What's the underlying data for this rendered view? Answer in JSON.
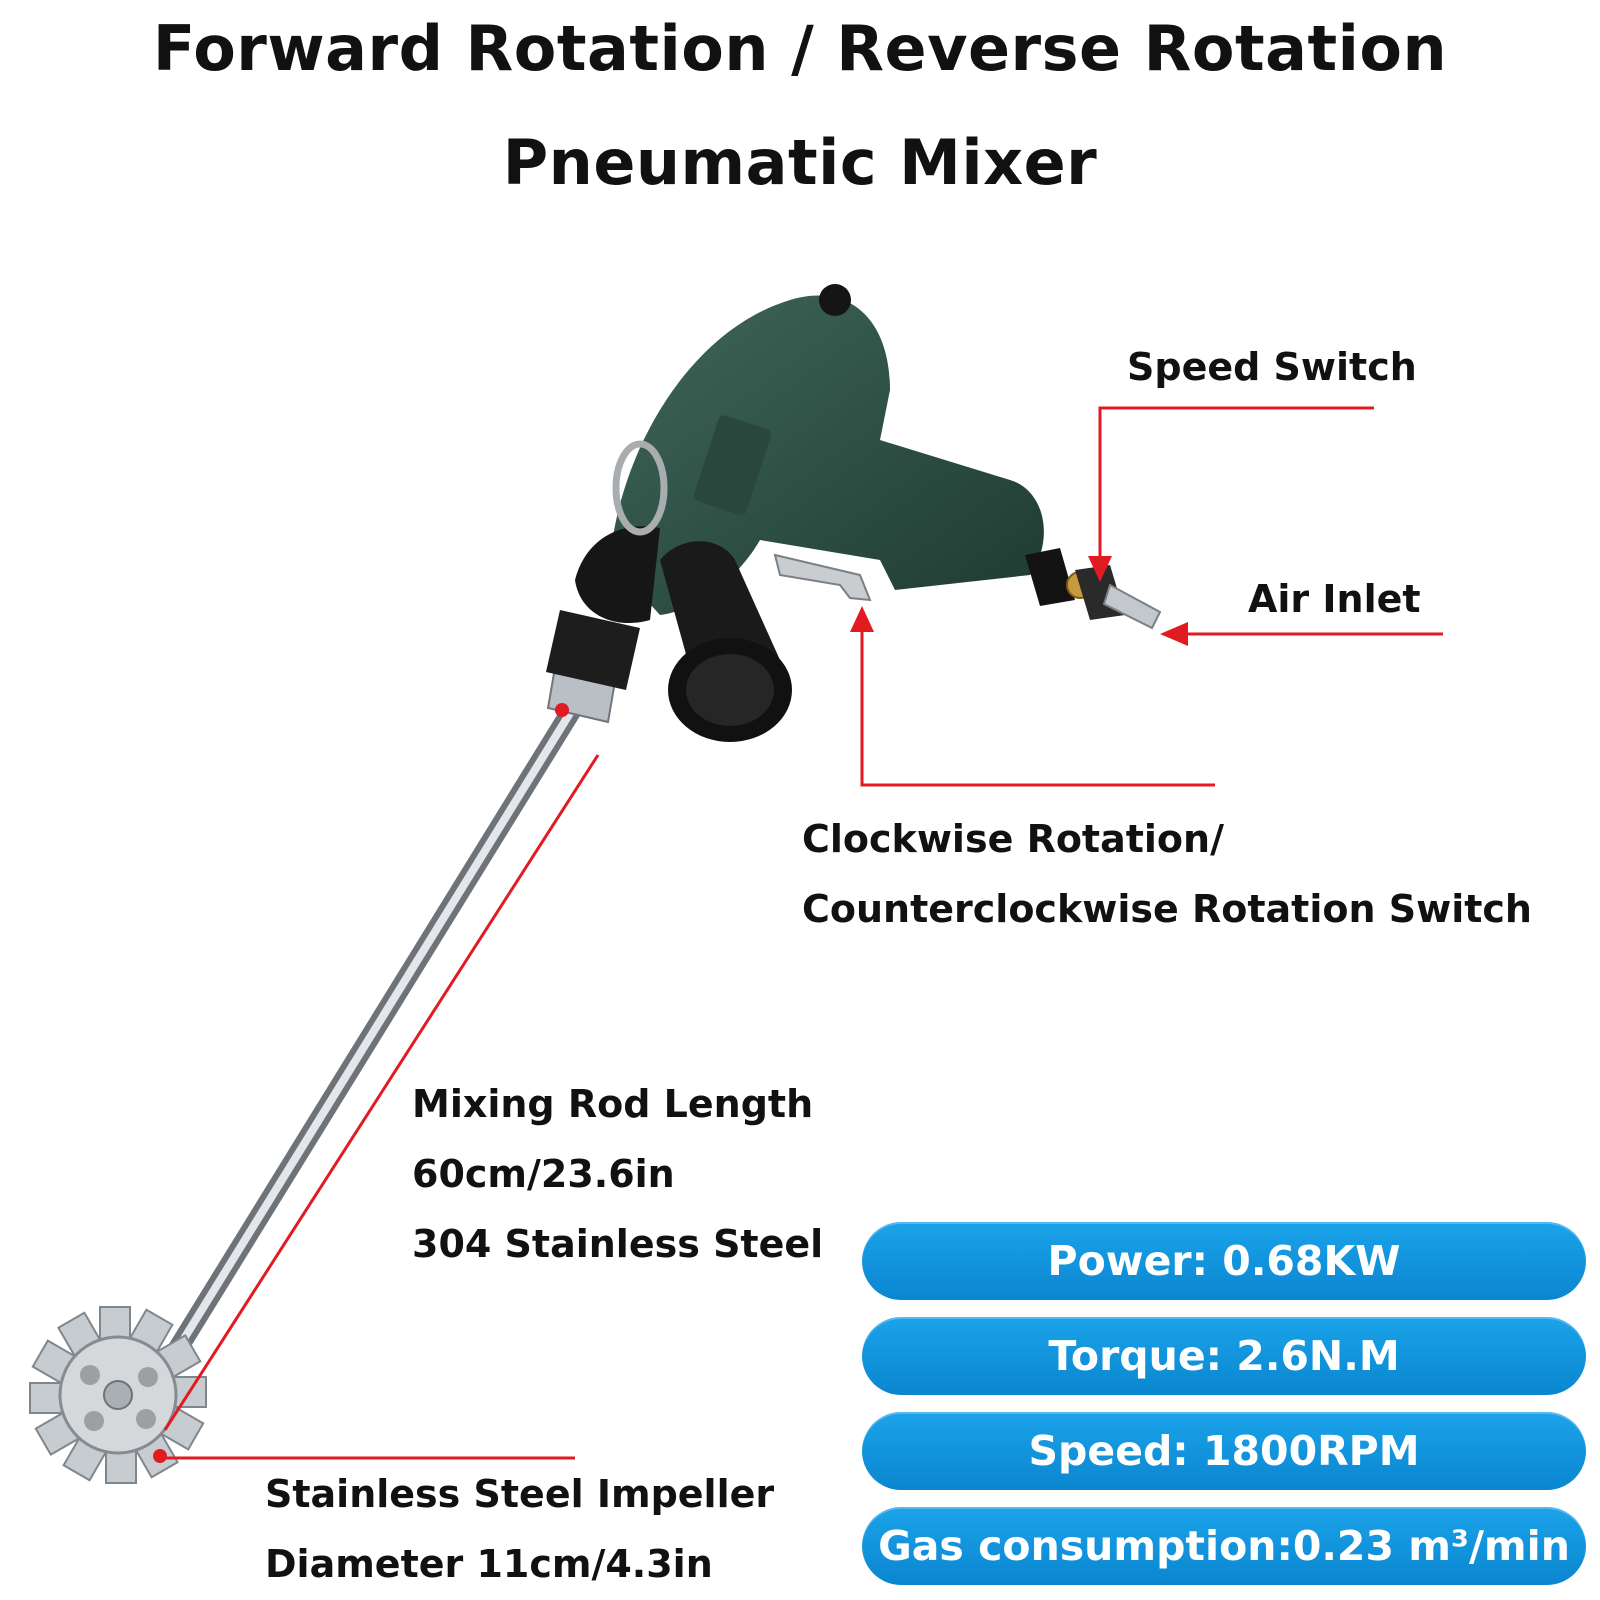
{
  "title": {
    "line1": "Forward Rotation / Reverse Rotation",
    "line2": "Pneumatic Mixer"
  },
  "callouts": {
    "speed_switch": "Speed Switch",
    "air_inlet": "Air Inlet",
    "rotation_switch_line1": "Clockwise Rotation/",
    "rotation_switch_line2": "Counterclockwise Rotation Switch",
    "rod_line1": "Mixing Rod Length",
    "rod_line2": "60cm/23.6in",
    "rod_line3": "304 Stainless Steel",
    "impeller_line1": "Stainless Steel Impeller",
    "impeller_line2": "Diameter 11cm/4.3in"
  },
  "specs": [
    {
      "text": "Power: 0.68KW"
    },
    {
      "text": "Torque: 2.6N.M"
    },
    {
      "text": "Speed: 1800RPM"
    },
    {
      "text": "Gas consumption:0.23 m³/min"
    }
  ],
  "colors": {
    "callout_line": "#e11b22",
    "spec_pill": "#0b93dc",
    "tool_body": "#2f5346"
  }
}
